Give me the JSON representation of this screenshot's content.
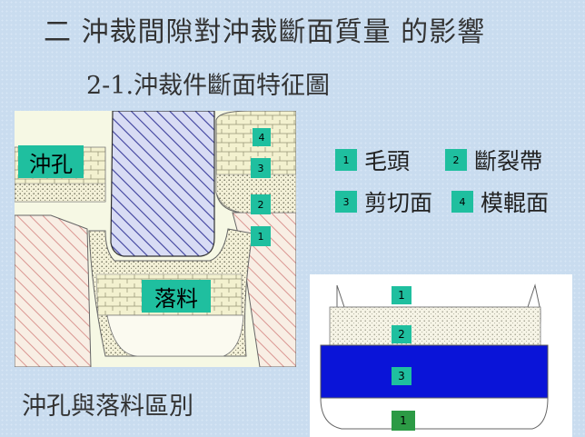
{
  "title": "二 沖裁間隙對沖裁斷面質量 的影響",
  "subtitle": "2-1.沖裁件斷面特征圖",
  "caption": "沖孔與落料區別",
  "figure_left": {
    "hole_label": "沖孔",
    "blank_label": "落料",
    "zone_numbers": [
      "4",
      "3",
      "2",
      "1"
    ]
  },
  "legend": [
    {
      "num": "1",
      "text": "毛頭"
    },
    {
      "num": "2",
      "text": "斷裂帶"
    },
    {
      "num": "3",
      "text": "剪切面"
    },
    {
      "num": "4",
      "text": "模輥面"
    }
  ],
  "figure_right": {
    "zone_numbers": [
      "1",
      "2",
      "3",
      "1"
    ]
  },
  "colors": {
    "accent": "#1fbf9f",
    "shear_blue": "#0a14d8",
    "background": "#c9dcef"
  }
}
